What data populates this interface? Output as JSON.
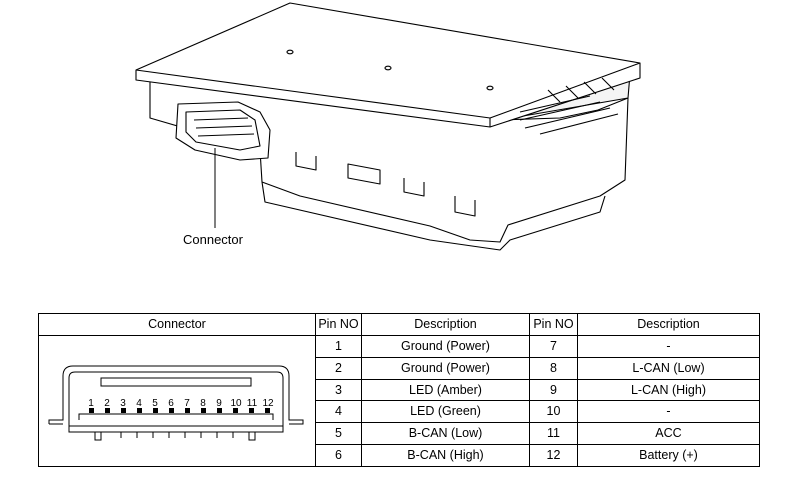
{
  "illustration": {
    "callout_label": "Connector"
  },
  "table": {
    "headers": [
      "Connector",
      "Pin NO",
      "Description",
      "Pin NO",
      "Description"
    ],
    "pin_labels": [
      "1",
      "2",
      "3",
      "4",
      "5",
      "6",
      "7",
      "8",
      "9",
      "10",
      "11",
      "12"
    ],
    "rows": [
      {
        "pin_a": "1",
        "desc_a": "Ground (Power)",
        "pin_b": "7",
        "desc_b": "-"
      },
      {
        "pin_a": "2",
        "desc_a": "Ground (Power)",
        "pin_b": "8",
        "desc_b": "L-CAN (Low)"
      },
      {
        "pin_a": "3",
        "desc_a": "LED (Amber)",
        "pin_b": "9",
        "desc_b": "L-CAN (High)"
      },
      {
        "pin_a": "4",
        "desc_a": "LED (Green)",
        "pin_b": "10",
        "desc_b": "-"
      },
      {
        "pin_a": "5",
        "desc_a": "B-CAN (Low)",
        "pin_b": "11",
        "desc_b": "ACC"
      },
      {
        "pin_a": "6",
        "desc_a": "B-CAN (High)",
        "pin_b": "12",
        "desc_b": "Battery (+)"
      }
    ]
  }
}
